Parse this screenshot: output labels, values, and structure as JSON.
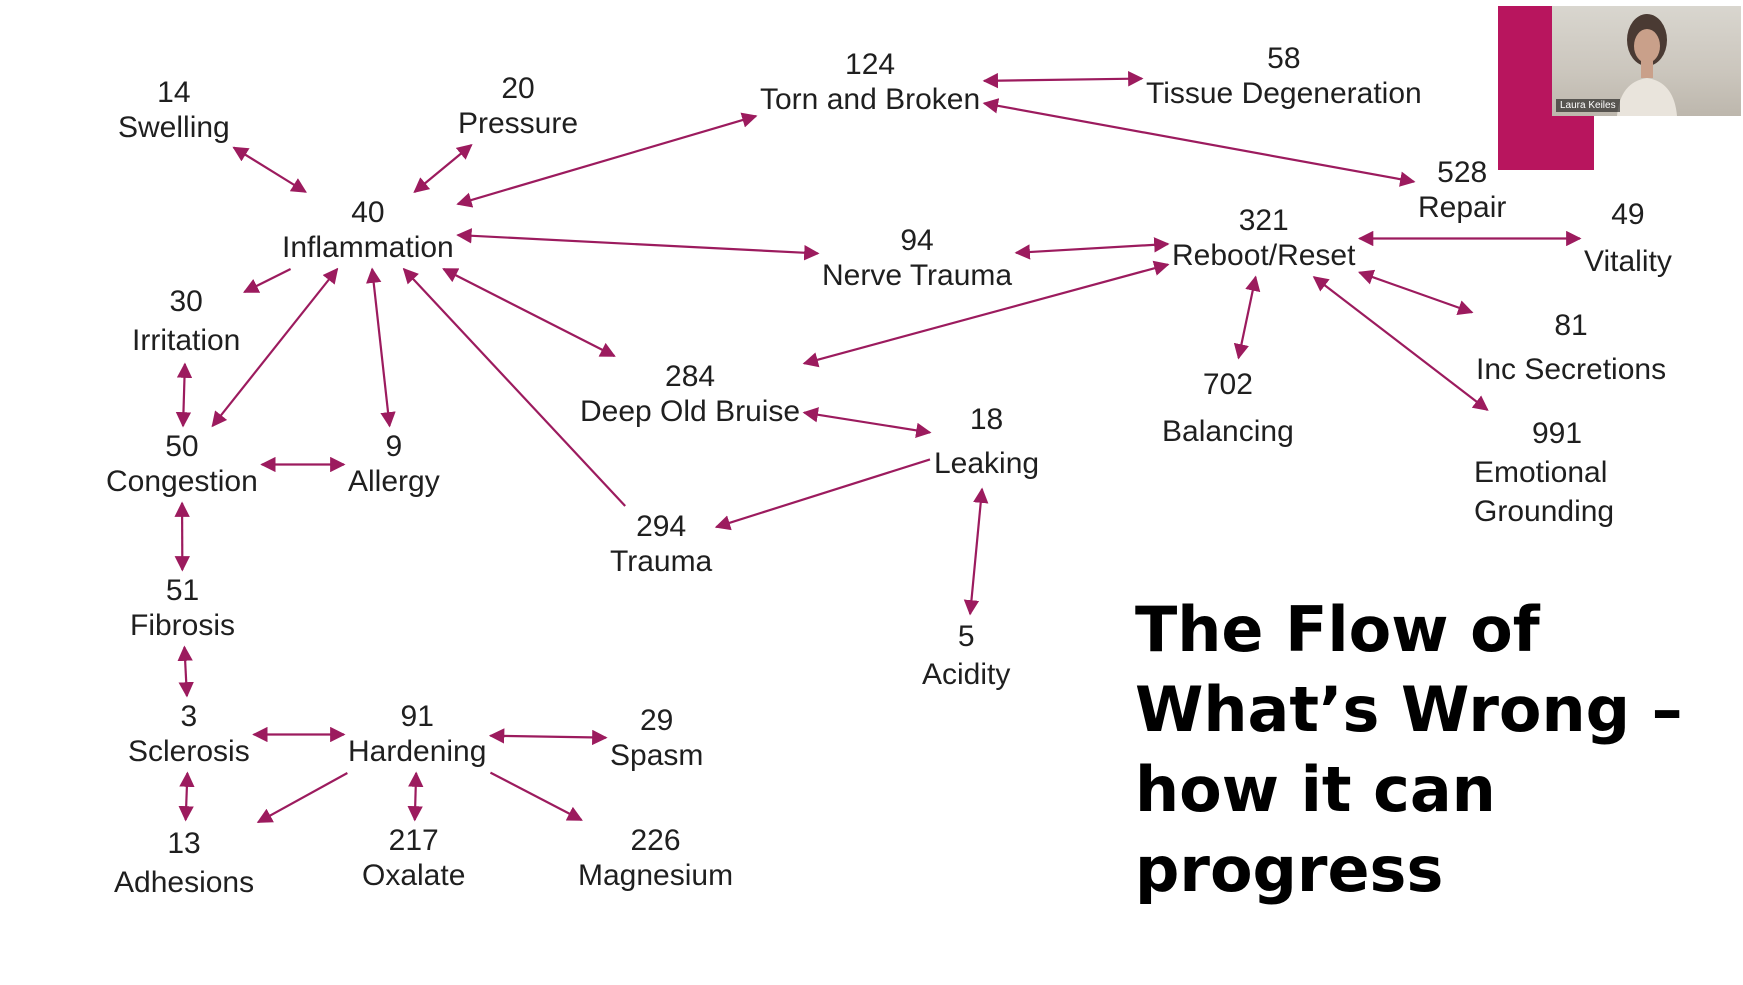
{
  "colors": {
    "arrow": "#9c1b5e",
    "accent": "#b8155e",
    "text": "#1f1f1f"
  },
  "title_lines": [
    "The Flow of",
    "What’s Wrong –",
    "how it can",
    "progress"
  ],
  "video": {
    "participant_name": "Laura Keiles"
  },
  "nodes": {
    "swelling": {
      "num": "14",
      "label": "Swelling"
    },
    "pressure": {
      "num": "20",
      "label": "Pressure"
    },
    "inflammation": {
      "num": "40",
      "label": "Inflammation"
    },
    "torn": {
      "num": "124",
      "label": "Torn and Broken"
    },
    "tissue": {
      "num": "58",
      "label": "Tissue Degeneration"
    },
    "repair": {
      "num": "528",
      "label": "Repair"
    },
    "vitality": {
      "num": "49",
      "label": "Vitality"
    },
    "reboot": {
      "num": "321",
      "label": "Reboot/Reset"
    },
    "nerve": {
      "num": "94",
      "label": "Nerve Trauma"
    },
    "irritation": {
      "num": "30",
      "label": "Irritation"
    },
    "congestion": {
      "num": "50",
      "label": "Congestion"
    },
    "allergy": {
      "num": "9",
      "label": "Allergy"
    },
    "bruise": {
      "num": "284",
      "label": "Deep Old Bruise"
    },
    "leaking": {
      "num": "18",
      "label": "Leaking"
    },
    "balancing": {
      "num": "702",
      "label": "Balancing"
    },
    "secretions": {
      "num": "81",
      "label": "Inc Secretions"
    },
    "emotional": {
      "num": "991",
      "label": "Emotional Grounding"
    },
    "trauma": {
      "num": "294",
      "label": "Trauma"
    },
    "fibrosis": {
      "num": "51",
      "label": "Fibrosis"
    },
    "acidity": {
      "num": "5",
      "label": "Acidity"
    },
    "sclerosis": {
      "num": "3",
      "label": "Sclerosis"
    },
    "hardening": {
      "num": "91",
      "label": "Hardening"
    },
    "spasm": {
      "num": "29",
      "label": "Spasm"
    },
    "adhesions": {
      "num": "13",
      "label": "Adhesions"
    },
    "oxalate": {
      "num": "217",
      "label": "Oxalate"
    },
    "magnesium": {
      "num": "226",
      "label": "Magnesium"
    }
  },
  "links": [
    {
      "from": "inflammation",
      "to": "swelling",
      "kind": "both"
    },
    {
      "from": "inflammation",
      "to": "pressure",
      "kind": "both"
    },
    {
      "from": "inflammation",
      "to": "torn",
      "kind": "both"
    },
    {
      "from": "inflammation",
      "to": "nerve",
      "kind": "both"
    },
    {
      "from": "inflammation",
      "to": "irritation",
      "kind": "to"
    },
    {
      "from": "inflammation",
      "to": "congestion",
      "kind": "both"
    },
    {
      "from": "inflammation",
      "to": "allergy",
      "kind": "both"
    },
    {
      "from": "inflammation",
      "to": "bruise",
      "kind": "both"
    },
    {
      "from": "trauma",
      "to": "inflammation",
      "kind": "to"
    },
    {
      "from": "torn",
      "to": "tissue",
      "kind": "both"
    },
    {
      "from": "torn",
      "to": "repair",
      "kind": "both"
    },
    {
      "from": "nerve",
      "to": "reboot",
      "kind": "both"
    },
    {
      "from": "reboot",
      "to": "vitality",
      "kind": "both"
    },
    {
      "from": "reboot",
      "to": "bruise",
      "kind": "both"
    },
    {
      "from": "reboot",
      "to": "balancing",
      "kind": "both"
    },
    {
      "from": "reboot",
      "to": "secretions",
      "kind": "both"
    },
    {
      "from": "reboot",
      "to": "emotional",
      "kind": "both"
    },
    {
      "from": "bruise",
      "to": "leaking",
      "kind": "both"
    },
    {
      "from": "leaking",
      "to": "trauma",
      "kind": "to"
    },
    {
      "from": "leaking",
      "to": "acidity",
      "kind": "both"
    },
    {
      "from": "irritation",
      "to": "congestion",
      "kind": "both"
    },
    {
      "from": "congestion",
      "to": "allergy",
      "kind": "both"
    },
    {
      "from": "congestion",
      "to": "fibrosis",
      "kind": "both"
    },
    {
      "from": "fibrosis",
      "to": "sclerosis",
      "kind": "both"
    },
    {
      "from": "sclerosis",
      "to": "hardening",
      "kind": "both"
    },
    {
      "from": "sclerosis",
      "to": "adhesions",
      "kind": "both"
    },
    {
      "from": "hardening",
      "to": "spasm",
      "kind": "both"
    },
    {
      "from": "hardening",
      "to": "adhesions",
      "kind": "to"
    },
    {
      "from": "hardening",
      "to": "oxalate",
      "kind": "both"
    },
    {
      "from": "hardening",
      "to": "magnesium",
      "kind": "to"
    }
  ]
}
